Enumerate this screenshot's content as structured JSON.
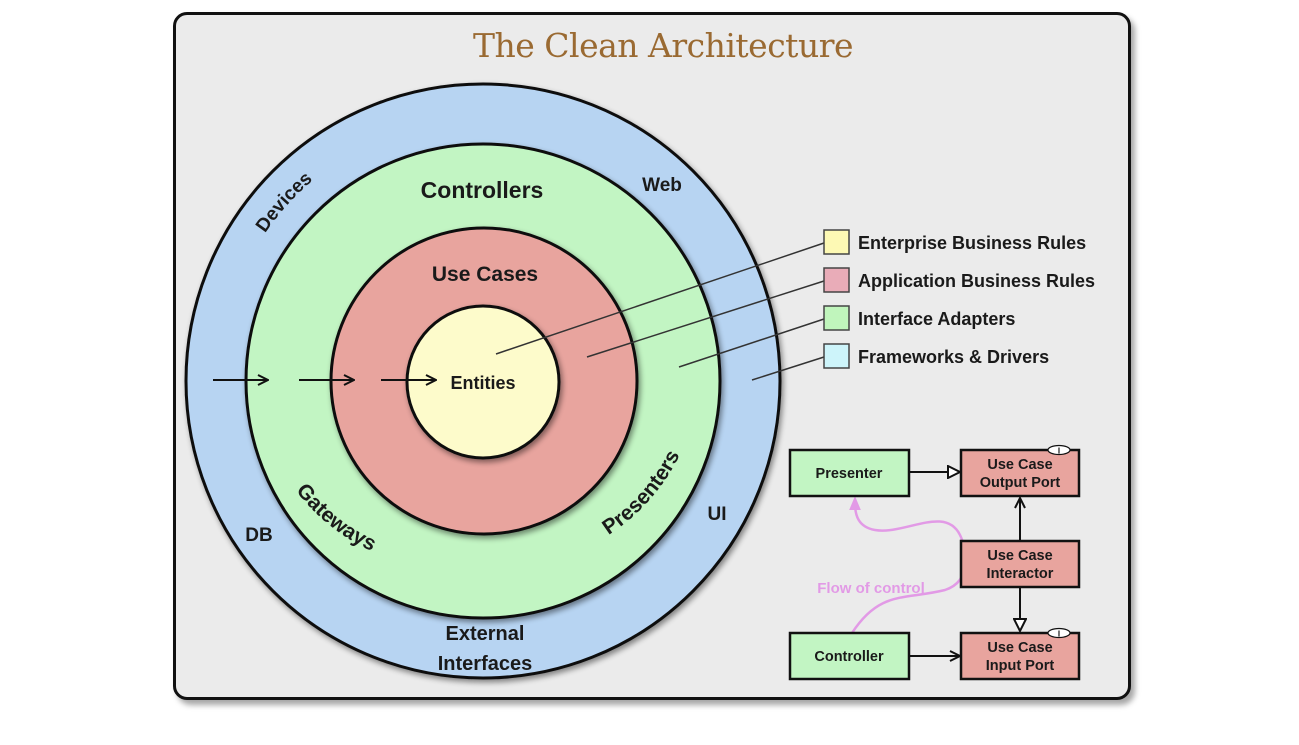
{
  "title": "The Clean Architecture",
  "colors": {
    "title": "#9a6a32",
    "frameworks_ring": "#b7d4f2",
    "adapters_ring": "#c2f5c3",
    "usecases_ring": "#e8a49e",
    "entities_core": "#fdfbcb",
    "legend_enterprise": "#fdf9b4",
    "legend_application": "#e9acb8",
    "legend_adapters": "#c0f5bc",
    "legend_frameworks": "#cdf4fa",
    "flow": "#e29ae6",
    "background": "#ebebeb"
  },
  "rings": {
    "outer_labels": {
      "devices": "Devices",
      "web": "Web",
      "ui": "UI",
      "db": "DB",
      "external_line1": "External",
      "external_line2": "Interfaces"
    },
    "adapters_labels": {
      "controllers": "Controllers",
      "gateways": "Gateways",
      "presenters": "Presenters"
    },
    "usecases_label": "Use Cases",
    "entities_label": "Entities"
  },
  "legend": [
    {
      "label": "Enterprise Business Rules",
      "color": "#fdf9b4"
    },
    {
      "label": "Application Business Rules",
      "color": "#e9acb8"
    },
    {
      "label": "Interface Adapters",
      "color": "#c0f5bc"
    },
    {
      "label": "Frameworks & Drivers",
      "color": "#cdf4fa"
    }
  ],
  "flow_diagram": {
    "presenter": "Presenter",
    "controller": "Controller",
    "output_port_line1": "Use Case",
    "output_port_line2": "Output Port",
    "interactor_line1": "Use Case",
    "interactor_line2": "Interactor",
    "input_port_line1": "Use Case",
    "input_port_line2": "Input Port",
    "interface_marker": "I",
    "flow_label": "Flow of control"
  }
}
